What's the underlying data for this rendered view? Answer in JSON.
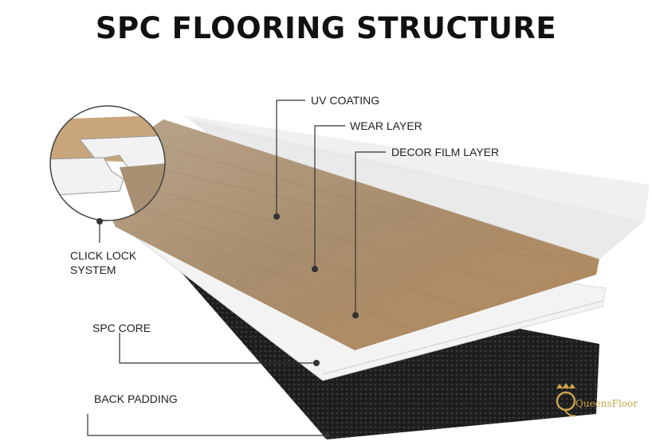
{
  "title": "SPC FLOORING STRUCTURE",
  "labels": {
    "uv_coating": "UV COATING",
    "wear_layer": "WEAR LAYER",
    "decor_film": "DECOR FILM LAYER",
    "click_lock_1": "CLICK LOCK",
    "click_lock_2": "SYSTEM",
    "spc_core": "SPC CORE",
    "back_padding": "BACK PADDING"
  },
  "logo": {
    "text": "QueensFloor",
    "color": "#c9a24a"
  }
}
